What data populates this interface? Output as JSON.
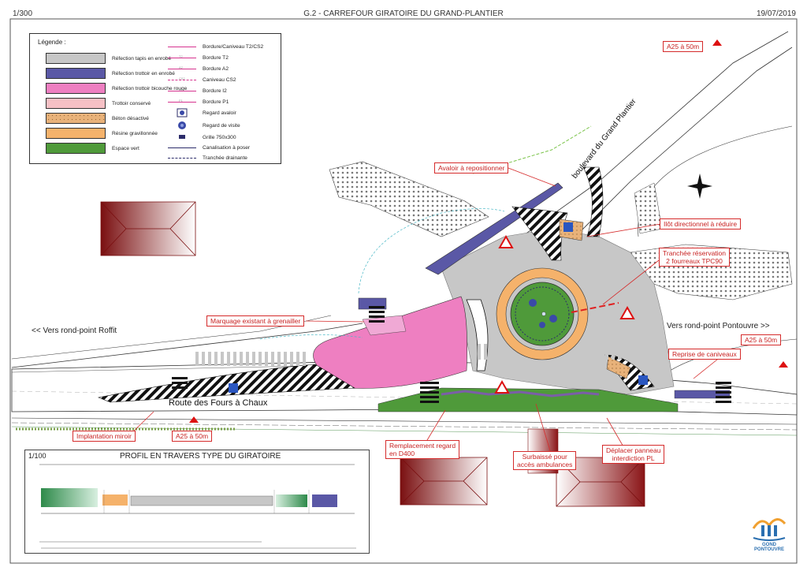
{
  "header": {
    "scale": "1/300",
    "title": "G.2 -  CARREFOUR GIRATOIRE DU GRAND-PLANTIER",
    "date": "19/07/2019"
  },
  "legend": {
    "title": "Légende :",
    "fills": [
      {
        "label": "Réfection tapis en enrobé",
        "color": "#c7c7c7"
      },
      {
        "label": "Réfection trottoir en enrobé",
        "color": "#5a58a6"
      },
      {
        "label": "Réfection trottoir bicouche rouge",
        "color": "#ee7fc1"
      },
      {
        "label": "Trottoir conservé",
        "color": "#f6c0c5"
      },
      {
        "label": "Béton désactivé",
        "color": "#e8b27a"
      },
      {
        "label": "Résine gravillonnée",
        "color": "#f5b26b"
      },
      {
        "label": "Espace vert",
        "color": "#4f9a3a"
      }
    ],
    "lines": [
      {
        "label": "Bordure/Caniveau T2/CS2",
        "code": ""
      },
      {
        "label": "Bordure T2",
        "code": "T2"
      },
      {
        "label": "Bordure  A2",
        "code": "A2"
      },
      {
        "label": "Caniveau CS2",
        "code": "CS2"
      },
      {
        "label": "Bordure I2",
        "code": "I2"
      },
      {
        "label": "Bordure P1",
        "code": "P1"
      }
    ],
    "symbols": [
      {
        "label": "Regard avaloir"
      },
      {
        "label": "Regard de visite"
      },
      {
        "label": "Grille 750x300"
      },
      {
        "label": "Canalisation à poser"
      },
      {
        "label": "Tranchée drainante"
      }
    ]
  },
  "callouts": {
    "a25_top": "A25 à 50m",
    "avaloir": "Avaloir à repositionner",
    "ilot": "Ilôt directionnel à réduire",
    "tranchee_1": "Tranchée réservation",
    "tranchee_2": "2 fourreaux TPC90",
    "marquage": "Marquage existant à grenailler",
    "a25_right": "A25 à 50m",
    "reprise": "Reprise de caniveaux",
    "implantation": "Implantation miroir",
    "a25_bottom": "A25 à 50m",
    "remplacement_1": "Remplacement regard",
    "remplacement_2": "en D400",
    "surbaisse_1": "Surbaissé pour",
    "surbaisse_2": "accès ambulances",
    "deplacer_1": "Déplacer panneau",
    "deplacer_2": "interdiction PL"
  },
  "labels": {
    "vers_roffit": "<< Vers rond-point Roffit",
    "vers_pontouvre": "Vers rond-point Pontouvre >>",
    "route_fours": "Route des Fours à Chaux",
    "boulevard": "boulevard du Grand Plantier"
  },
  "profile": {
    "scale": "1/100",
    "title": "PROFIL EN TRAVERS TYPE DU GIRATOIRE"
  },
  "logo": {
    "line1": "GOND",
    "line2": "PONTOUVRE"
  }
}
